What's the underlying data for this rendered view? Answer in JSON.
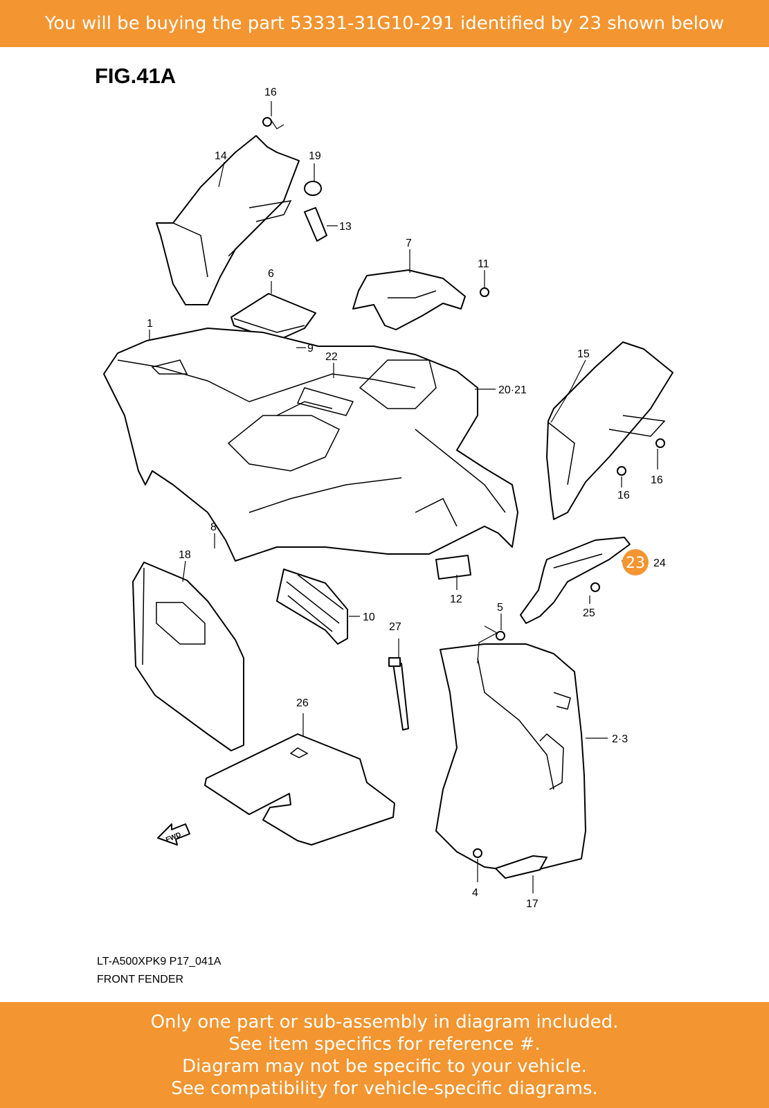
{
  "banner": {
    "top_text": "You will be buying the part 53331-31G10-291 identified by 23 shown below",
    "bottom_lines": [
      "Only one part or sub-assembly in diagram included.",
      "See item specifics for reference #.",
      "Diagram may not be specific to your vehicle.",
      "See compatibility for vehicle-specific diagrams."
    ]
  },
  "figure": {
    "title": "FIG.41A",
    "model_code": "LT-A500XPK9 P17_041A",
    "caption": "FRONT FENDER",
    "highlighted_ref": "23",
    "fwd_label": "FWD",
    "callouts": {
      "c1": "1",
      "c2_3": "2·3",
      "c4": "4",
      "c5": "5",
      "c6": "6",
      "c7": "7",
      "c8": "8",
      "c9": "9",
      "c10": "10",
      "c11": "11",
      "c12": "12",
      "c13": "13",
      "c14": "14",
      "c15": "15",
      "c16a": "16",
      "c16b": "16",
      "c16c": "16",
      "c17": "17",
      "c18": "18",
      "c19": "19",
      "c20_21": "20·21",
      "c22": "22",
      "c24": "24",
      "c25": "25",
      "c26": "26",
      "c27": "27"
    }
  },
  "colors": {
    "accent": "#F39530",
    "text_on_accent": "#ffffff",
    "line": "#000000"
  }
}
